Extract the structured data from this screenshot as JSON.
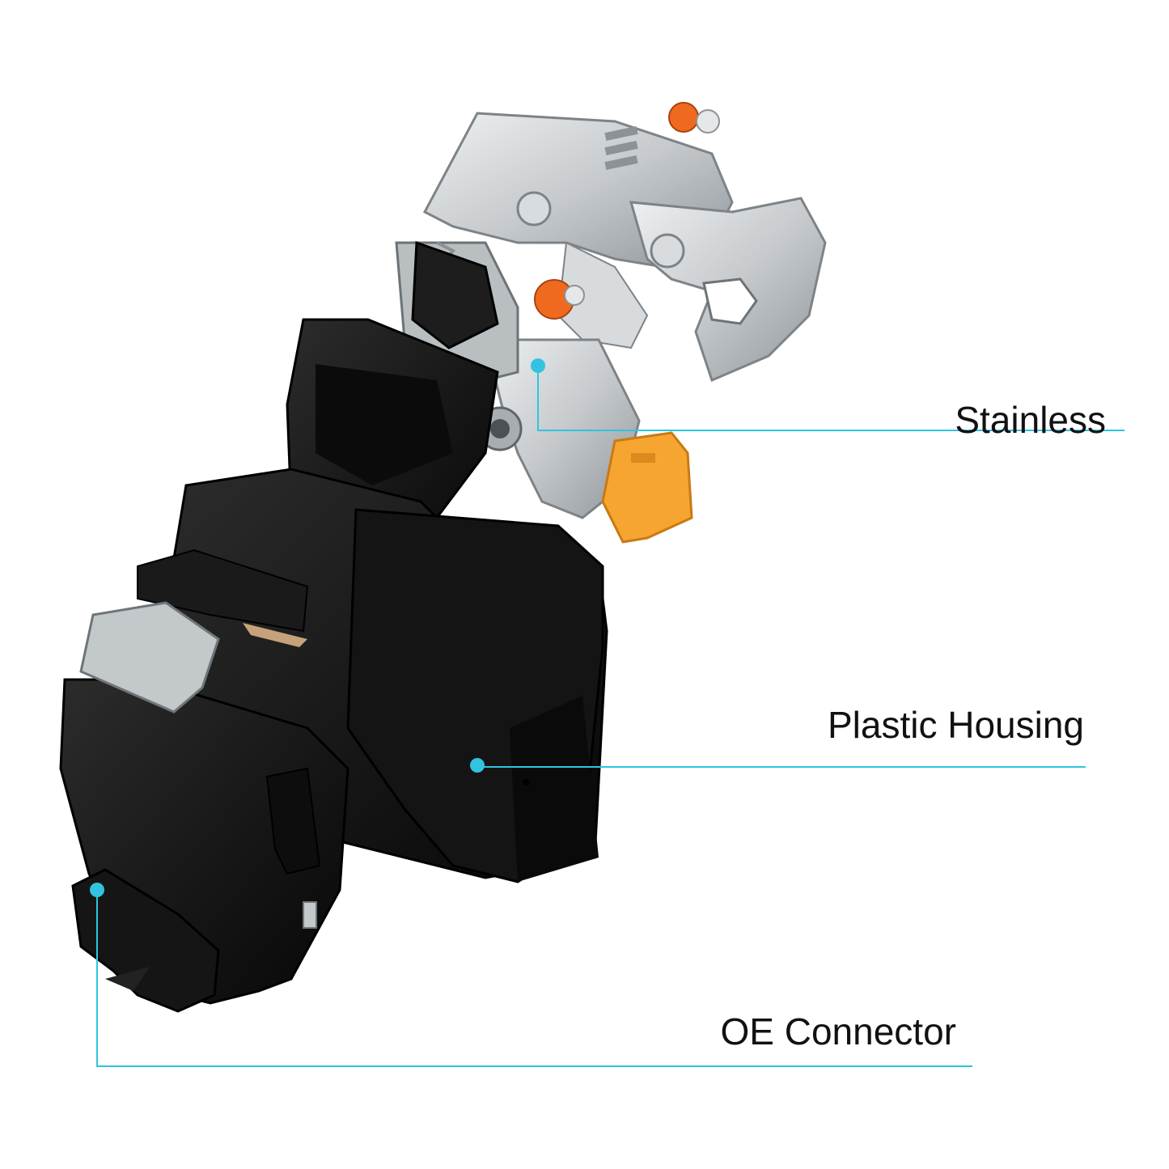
{
  "callouts": {
    "stainless": "Stainless",
    "plastic_housing": "Plastic Housing",
    "oe_connector": "OE Connector"
  },
  "colors": {
    "callout_line": "#32c3e0",
    "callout_dot": "#32c3e0",
    "plastic": "#161616",
    "steel": "#c9ccce",
    "orange_clip": "#f7a531",
    "orange_pin": "#ef6a1e"
  }
}
